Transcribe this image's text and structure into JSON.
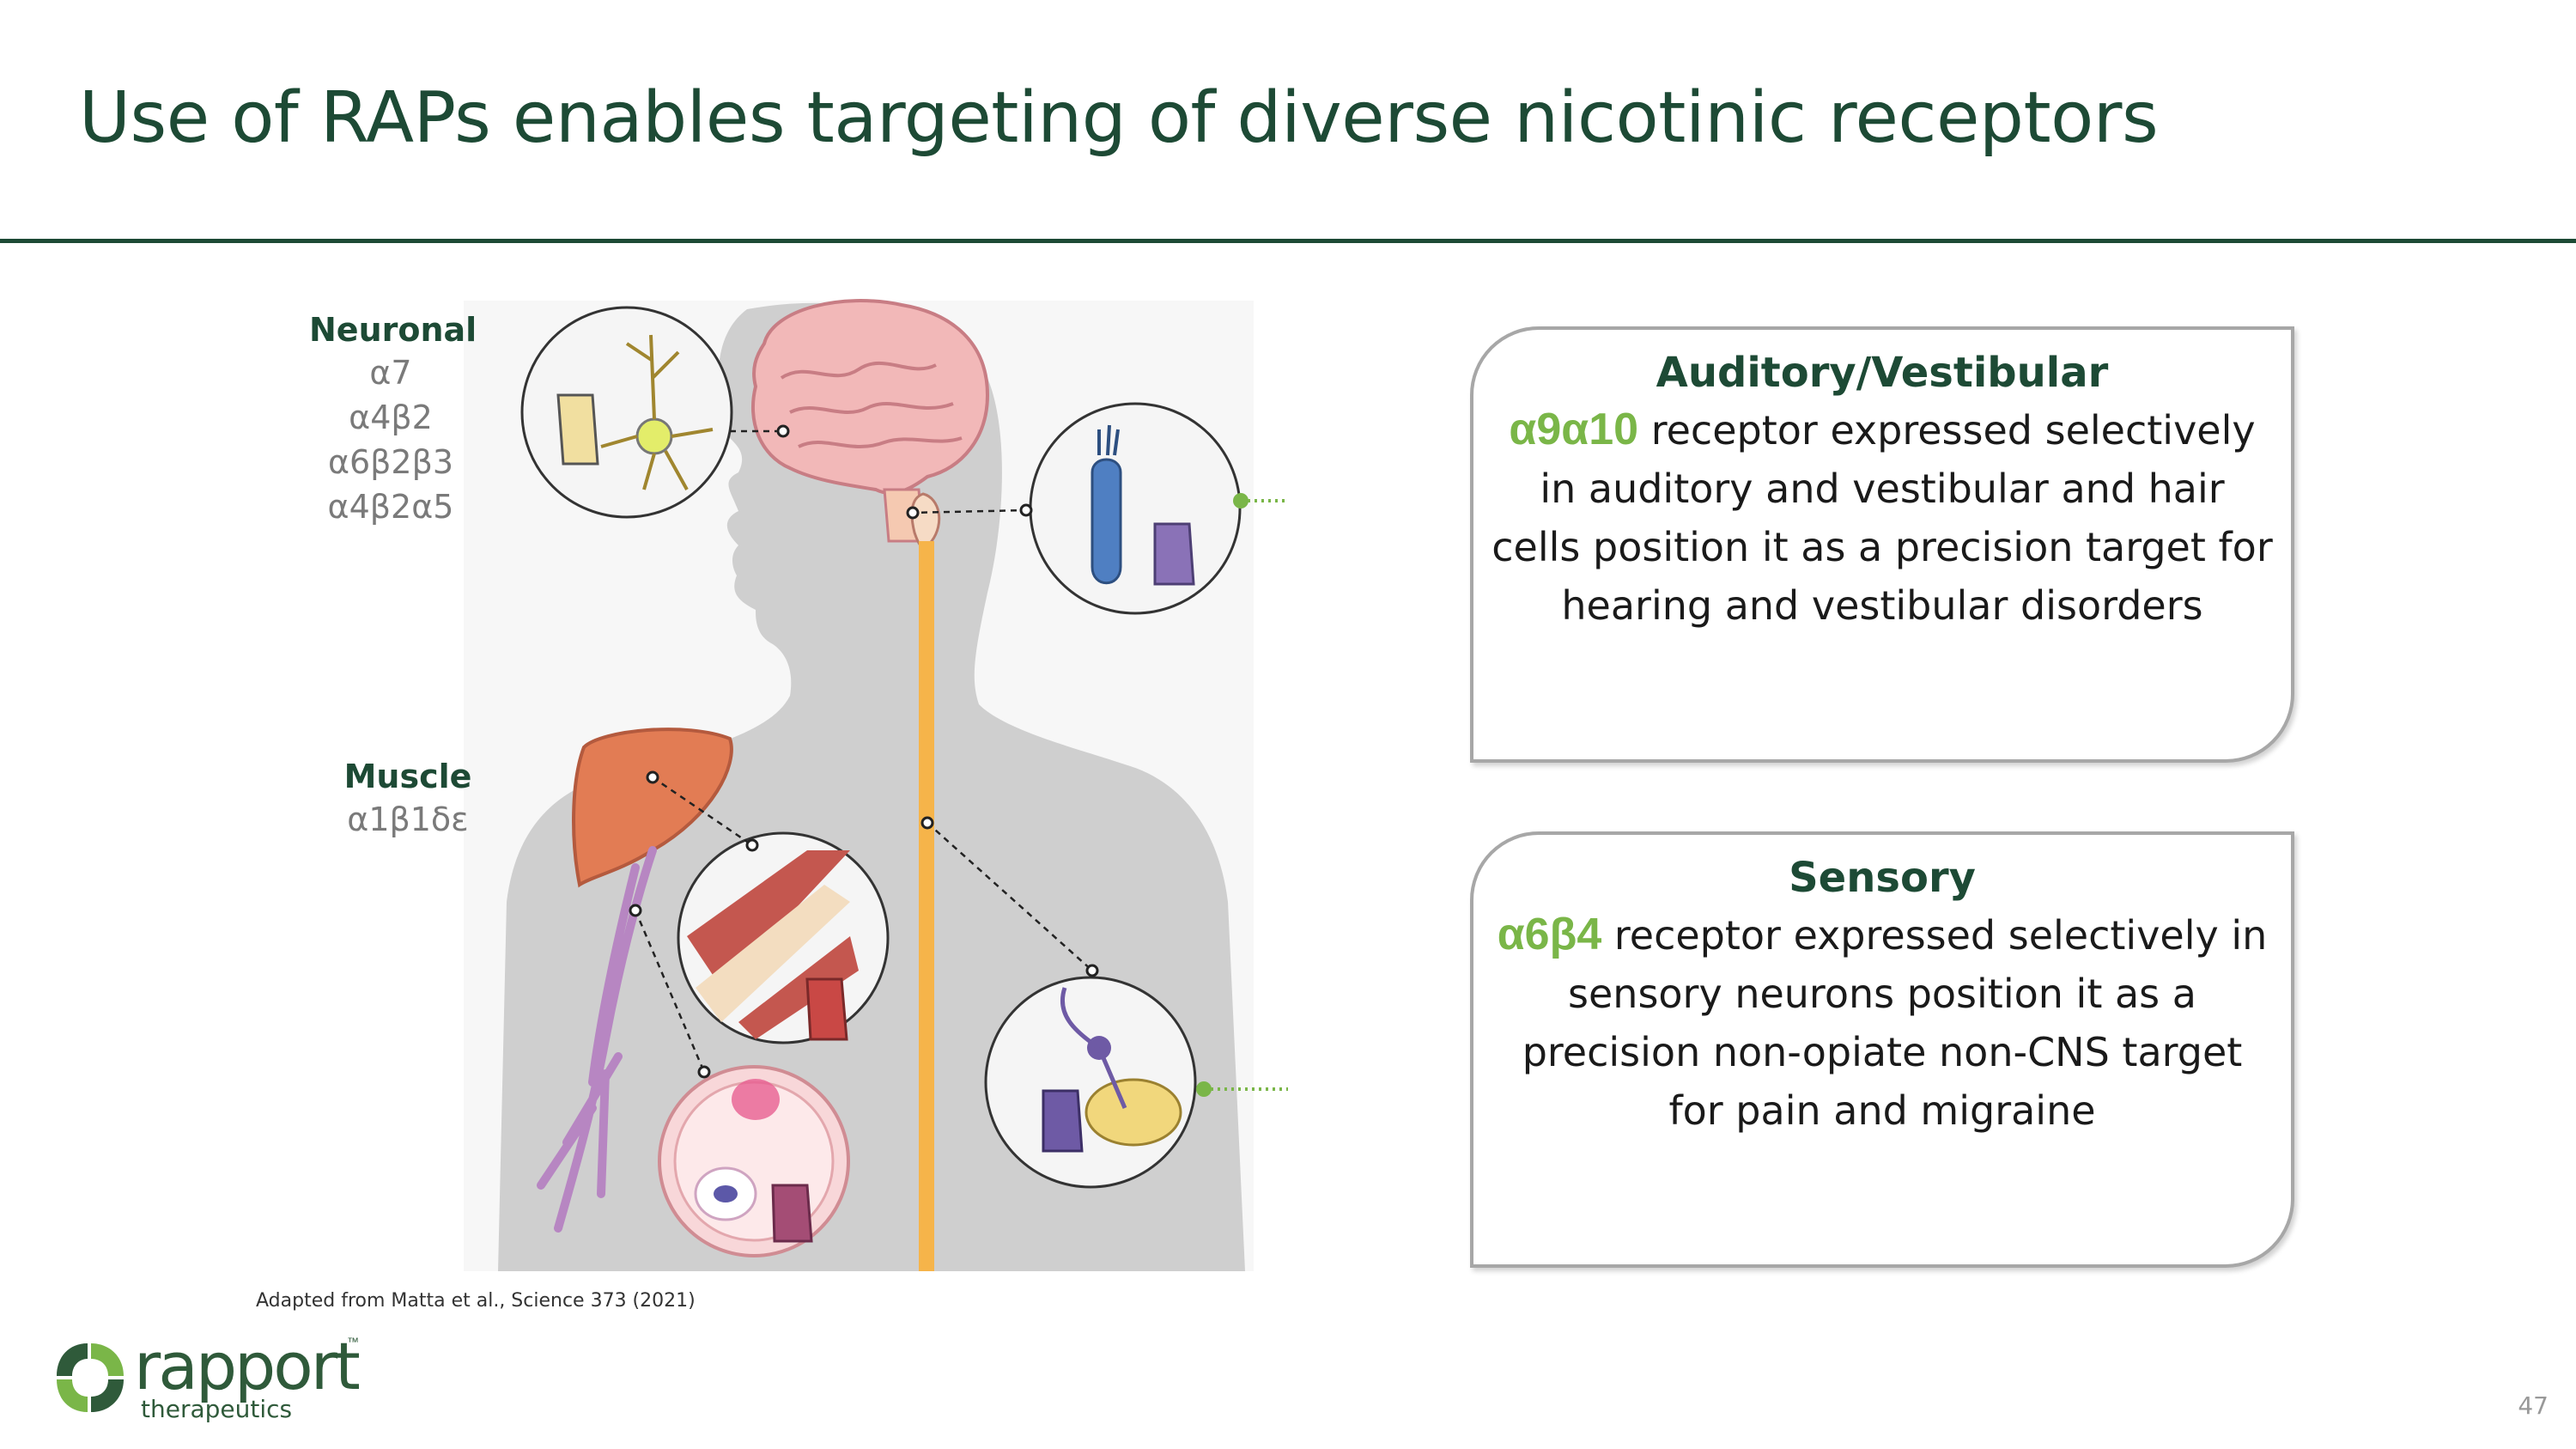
{
  "slide": {
    "title": "Use of RAPs enables targeting of diverse nicotinic receptors",
    "page_number": "47",
    "citation": "Adapted from Matta et al., Science 373 (2021)"
  },
  "figure": {
    "neuronal_label": "Neuronal",
    "neuronal_receptors": [
      "α7",
      "α4β2",
      "α6β2β3",
      "α4β2α5"
    ],
    "muscle_label": "Muscle",
    "muscle_receptors": [
      "α1β1δε"
    ]
  },
  "panels": {
    "auditory": {
      "title": "Auditory/Vestibular",
      "receptor": "α9α10",
      "text": " receptor expressed selectively in auditory and vestibular and hair cells position it as a precision target for hearing and vestibular disorders"
    },
    "sensory": {
      "title": "Sensory",
      "receptor": "α6β4",
      "text": " receptor expressed selectively in sensory neurons position it as a precision non-opiate non-CNS target for pain and migraine"
    }
  },
  "logo": {
    "name": "rapport",
    "tagline": "therapeutics",
    "trademark": "™"
  },
  "colors": {
    "title": "#1d4a35",
    "accent_green": "#7ab648",
    "border": "#a7a7a7"
  }
}
